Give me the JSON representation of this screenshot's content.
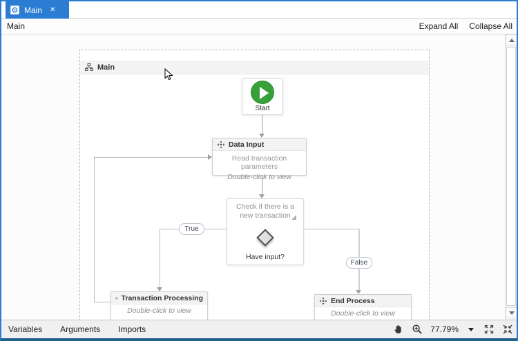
{
  "window": {
    "tab_title": "Main",
    "tab_close": "✕"
  },
  "breadcrumb": {
    "root": "Main"
  },
  "actions": {
    "expand_all": "Expand All",
    "collapse_all": "Collapse All"
  },
  "flowchart": {
    "container_title": "Main",
    "start_label": "Start",
    "data_input": {
      "title": "Data Input",
      "description": "Read transaction parameters",
      "hint": "Double-click to view"
    },
    "decision": {
      "annotation": "Check if there is a new transaction",
      "label": "Have input?"
    },
    "true_label": "True",
    "false_label": "False",
    "transaction_processing": {
      "title": "Transaction Processing",
      "hint": "Double-click to view"
    },
    "end_process": {
      "title": "End Process",
      "hint": "Double-click to view"
    }
  },
  "status_bar": {
    "panels": [
      {
        "label": "Variables"
      },
      {
        "label": "Arguments"
      },
      {
        "label": "Imports"
      }
    ],
    "zoom_level": "77.79%"
  },
  "colors": {
    "accent": "#2b7cd3",
    "start_green": "#38a038",
    "connector": "#c9d2dc"
  }
}
